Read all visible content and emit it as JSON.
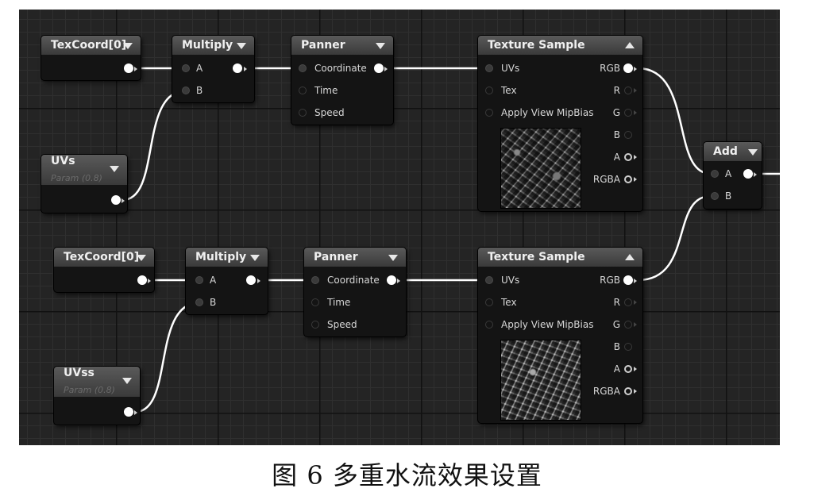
{
  "caption": "图 6   多重水流效果设置",
  "nodes": {
    "texcoord1": {
      "title": "TexCoord[0]"
    },
    "multiply1": {
      "title": "Multiply",
      "inputs": [
        "A",
        "B"
      ]
    },
    "panner1": {
      "title": "Panner",
      "inputs": [
        "Coordinate",
        "Time",
        "Speed"
      ]
    },
    "texsample1": {
      "title": "Texture Sample",
      "inputs": [
        "UVs",
        "Tex",
        "Apply View MipBias"
      ],
      "outputs": [
        "RGB",
        "R",
        "G",
        "B",
        "A",
        "RGBA"
      ]
    },
    "uvs1": {
      "title": "UVs",
      "subtitle": "Param (0.8)"
    },
    "add": {
      "title": "Add",
      "inputs": [
        "A",
        "B"
      ]
    },
    "texcoord2": {
      "title": "TexCoord[0]"
    },
    "multiply2": {
      "title": "Multiply",
      "inputs": [
        "A",
        "B"
      ]
    },
    "panner2": {
      "title": "Panner",
      "inputs": [
        "Coordinate",
        "Time",
        "Speed"
      ]
    },
    "texsample2": {
      "title": "Texture Sample",
      "inputs": [
        "UVs",
        "Tex",
        "Apply View MipBias"
      ],
      "outputs": [
        "RGB",
        "R",
        "G",
        "B",
        "A",
        "RGBA"
      ]
    },
    "uvs2": {
      "title": "UVss",
      "subtitle": "Param (0.8)"
    }
  },
  "colors": {
    "canvas": "#242424",
    "wire": "#ffffff",
    "header": "#4a4a4a",
    "node_body": "#141414"
  }
}
